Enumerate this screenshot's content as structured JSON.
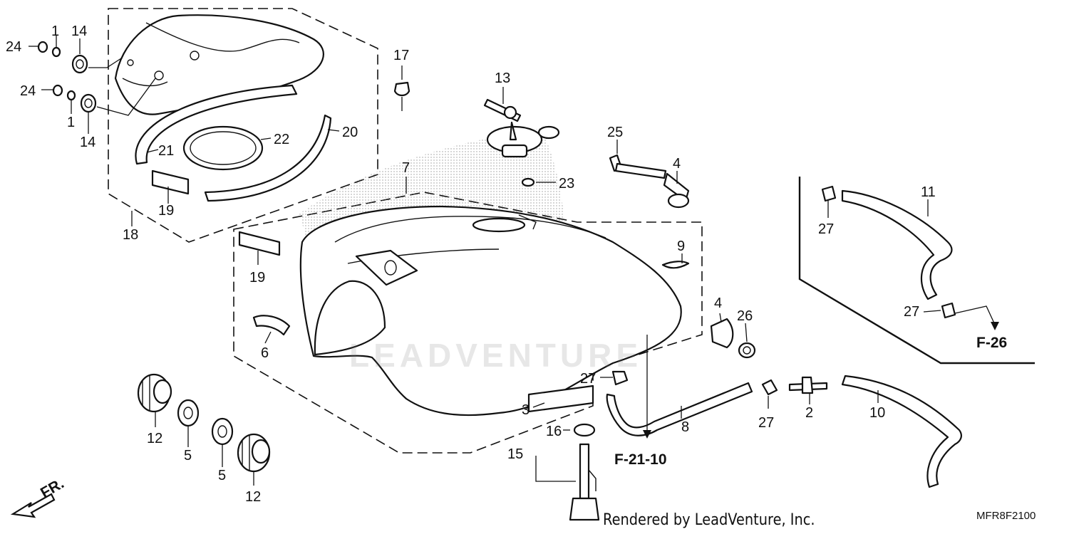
{
  "diagram": {
    "callouts": [
      {
        "id": "c1a",
        "text": "1"
      },
      {
        "id": "c14a",
        "text": "14"
      },
      {
        "id": "c24a",
        "text": "24"
      },
      {
        "id": "c24b",
        "text": "24"
      },
      {
        "id": "c1b",
        "text": "1"
      },
      {
        "id": "c14b",
        "text": "14"
      },
      {
        "id": "c17",
        "text": "17"
      },
      {
        "id": "c13",
        "text": "13"
      },
      {
        "id": "c25",
        "text": "25"
      },
      {
        "id": "c4a",
        "text": "4"
      },
      {
        "id": "c23",
        "text": "23"
      },
      {
        "id": "c7",
        "text": "7"
      },
      {
        "id": "c22",
        "text": "22"
      },
      {
        "id": "c21",
        "text": "21"
      },
      {
        "id": "c20",
        "text": "20"
      },
      {
        "id": "c19a",
        "text": "19"
      },
      {
        "id": "c18",
        "text": "18"
      },
      {
        "id": "c19b",
        "text": "19"
      },
      {
        "id": "c9",
        "text": "9"
      },
      {
        "id": "c6",
        "text": "6"
      },
      {
        "id": "c11",
        "text": "11"
      },
      {
        "id": "c27a",
        "text": "27"
      },
      {
        "id": "c27b",
        "text": "27"
      },
      {
        "id": "c4b",
        "text": "4"
      },
      {
        "id": "c26",
        "text": "26"
      },
      {
        "id": "c27c",
        "text": "27"
      },
      {
        "id": "c3",
        "text": "3"
      },
      {
        "id": "c8",
        "text": "8"
      },
      {
        "id": "c27d",
        "text": "27"
      },
      {
        "id": "c2",
        "text": "2"
      },
      {
        "id": "c10",
        "text": "10"
      },
      {
        "id": "c12a",
        "text": "12"
      },
      {
        "id": "c5a",
        "text": "5"
      },
      {
        "id": "c5b",
        "text": "5"
      },
      {
        "id": "c12b",
        "text": "12"
      },
      {
        "id": "c16",
        "text": "16"
      },
      {
        "id": "c15",
        "text": "15"
      }
    ],
    "references": {
      "f26": "F-26",
      "f2110": "F-21-10"
    },
    "front_arrow": "FR.",
    "watermark": "LEADVENTURE",
    "credit": "Rendered by LeadVenture, Inc.",
    "code": "MFR8F2100"
  }
}
